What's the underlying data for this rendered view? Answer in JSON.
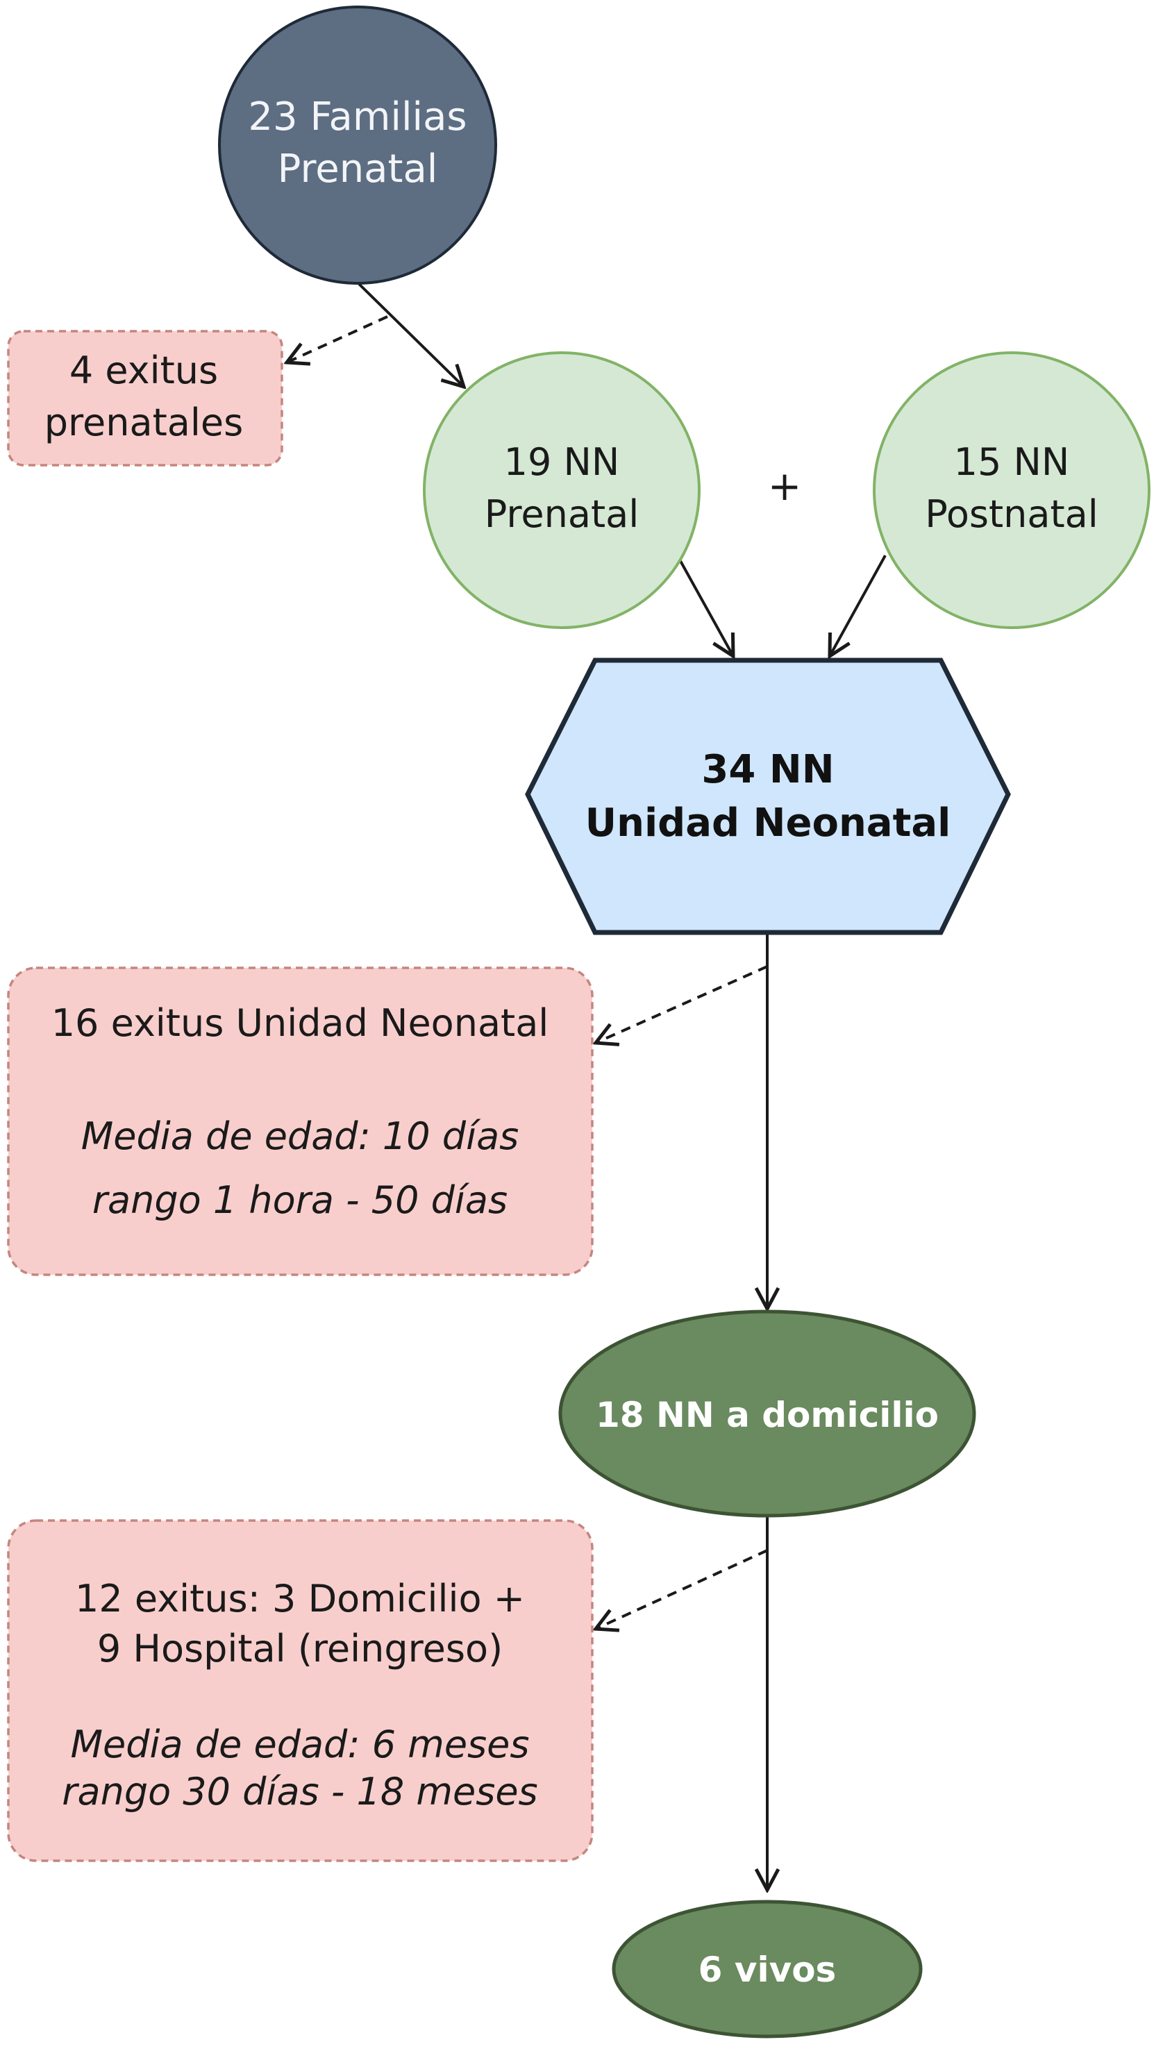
{
  "nodes": {
    "familias_prenatal": {
      "line1": "23 Familias",
      "line2": "Prenatal"
    },
    "exitus_prenatales": {
      "line1": "4 exitus",
      "line2": "prenatales"
    },
    "nn_prenatal": {
      "line1": "19 NN",
      "line2": "Prenatal"
    },
    "plus": "+",
    "nn_postnatal": {
      "line1": "15 NN",
      "line2": "Postnatal"
    },
    "unidad_neonatal": {
      "line1": "34 NN",
      "line2": "Unidad Neonatal"
    },
    "exitus_unidad": {
      "line1": "16 exitus Unidad Neonatal",
      "line2": "Media de edad: 10 días",
      "line3": "rango 1 hora - 50 días"
    },
    "domicilio": "18 NN a domicilio",
    "exitus_domicilio": {
      "line1": "12 exitus: 3 Domicilio +",
      "line2": "9 Hospital  (reingreso)",
      "line3": "Media de edad: 6 meses",
      "line4": "rango 30 días - 18 meses"
    },
    "vivos": "6 vivos"
  },
  "colors": {
    "dark_slate": "#5d6d82",
    "light_green_fill": "#d5e8d4",
    "light_green_stroke": "#82b366",
    "blue_fill": "#cfe6fc",
    "dark_green_fill": "#6a8a5f",
    "dark_green_stroke": "#4f6a46",
    "pink_fill": "#f8cecc",
    "pink_stroke": "#c48680",
    "text_dark": "#1a1a1a"
  }
}
